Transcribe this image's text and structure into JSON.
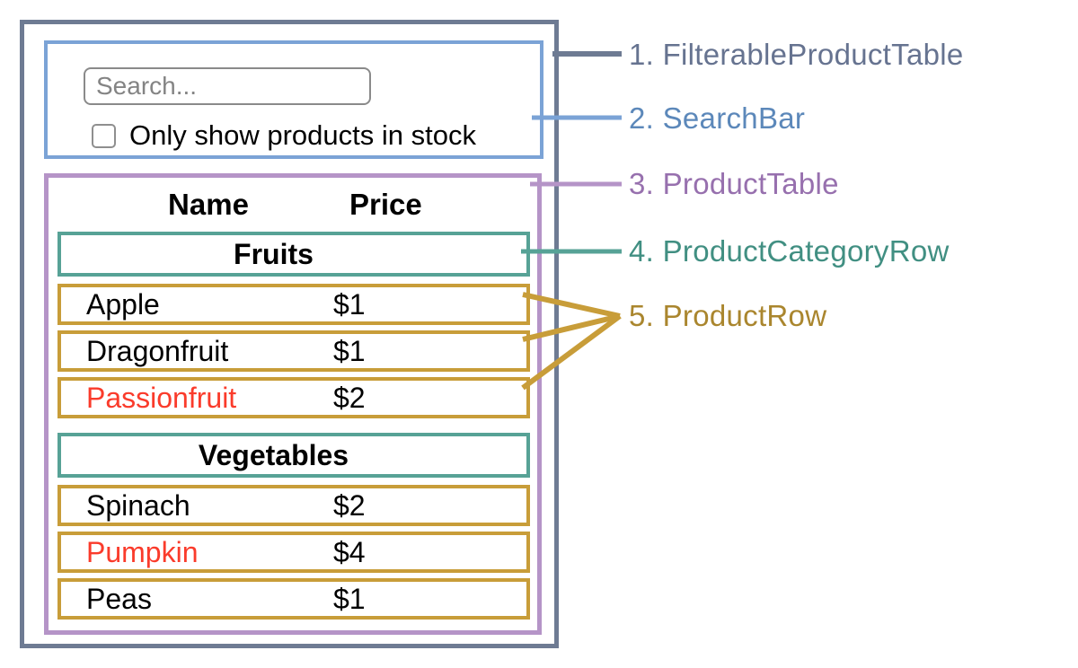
{
  "legend": {
    "items": [
      {
        "label": "1. FilterableProductTable",
        "color": "#667390"
      },
      {
        "label": "2. SearchBar",
        "color": "#5c88ba"
      },
      {
        "label": "3. ProductTable",
        "color": "#9770ae"
      },
      {
        "label": "4. ProductCategoryRow",
        "color": "#418f82"
      },
      {
        "label": "5. ProductRow",
        "color": "#aa862e"
      }
    ]
  },
  "search_bar": {
    "placeholder": "Search...",
    "checkbox_label": "Only show products in stock",
    "checkbox_checked": false
  },
  "product_table": {
    "columns": [
      "Name",
      "Price"
    ],
    "sections": [
      {
        "category": "Fruits",
        "rows": [
          {
            "name": "Apple",
            "price": "$1",
            "name_color": "#000000"
          },
          {
            "name": "Dragonfruit",
            "price": "$1",
            "name_color": "#000000"
          },
          {
            "name": "Passionfruit",
            "price": "$2",
            "name_color": "#fa3b2b"
          }
        ]
      },
      {
        "category": "Vegetables",
        "rows": [
          {
            "name": "Spinach",
            "price": "$2",
            "name_color": "#000000"
          },
          {
            "name": "Pumpkin",
            "price": "$4",
            "name_color": "#fa3b2b"
          },
          {
            "name": "Peas",
            "price": "$1",
            "name_color": "#000000"
          }
        ]
      }
    ]
  },
  "colors": {
    "filterable_product_table_border": "#6e7b93",
    "search_bar_border": "#7ba3d6",
    "product_table_border": "#b594c7",
    "product_category_row_border": "#57a296",
    "product_row_border": "#c89d39",
    "highlighted_name_text": "#fa3b2b"
  }
}
